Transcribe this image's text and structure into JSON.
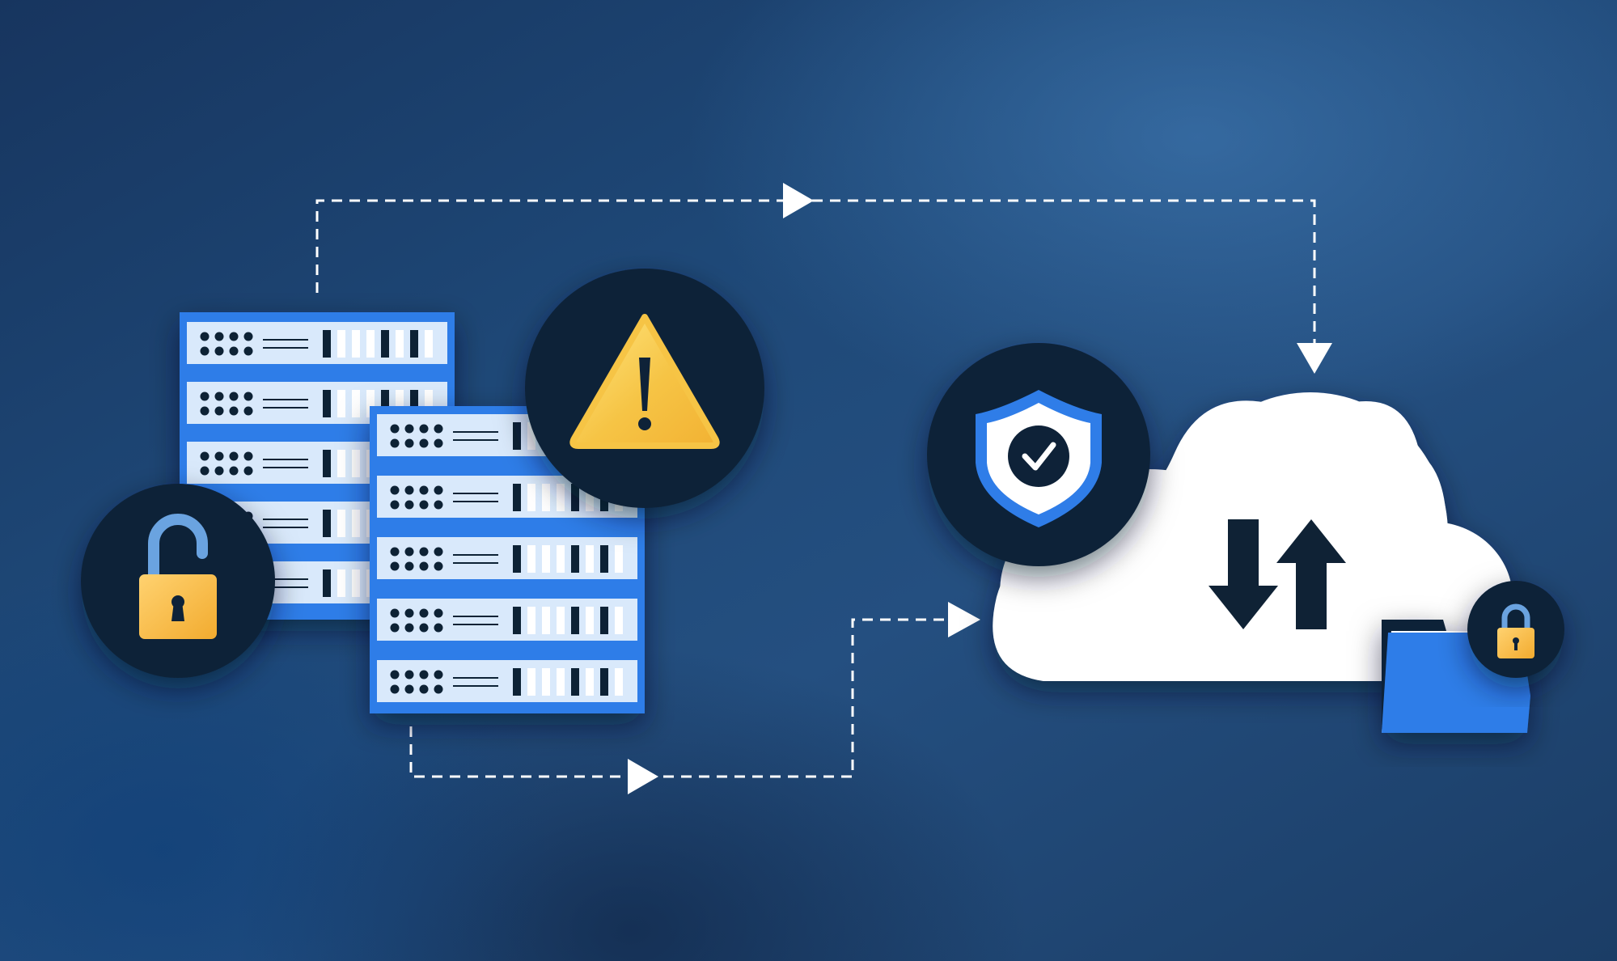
{
  "colors": {
    "background_dark": "#17355f",
    "background_light": "#3a6ea3",
    "icon_circle": "#0e2238",
    "server_frame": "#2f7de8",
    "server_slot": "#d8e9fb",
    "server_ink": "#0f2235",
    "warning_yellow": "#f6c445",
    "lock_body": "#f4b83e",
    "lock_shackle": "#6aa3e0",
    "shield_blue": "#2f7de8",
    "cloud_white": "#ffffff",
    "folder_blue": "#2f7de8",
    "connector": "#ffffff"
  },
  "icons": {
    "server_rack_back": "server-rack-icon",
    "server_rack_front": "server-rack-icon",
    "open_padlock": "unlocked-padlock-icon",
    "warning": "warning-triangle-icon",
    "shield": "shield-check-icon",
    "cloud": "cloud-icon",
    "transfer_arrows": "upload-download-arrows-icon",
    "folder": "folder-icon",
    "closed_padlock": "locked-padlock-icon"
  },
  "connectors": [
    {
      "name": "top-connector",
      "from": "servers",
      "to": "cloud",
      "style": "dashed",
      "arrow": "right-then-down"
    },
    {
      "name": "bottom-connector",
      "from": "servers",
      "to": "cloud",
      "style": "dashed",
      "arrow": "right"
    }
  ]
}
